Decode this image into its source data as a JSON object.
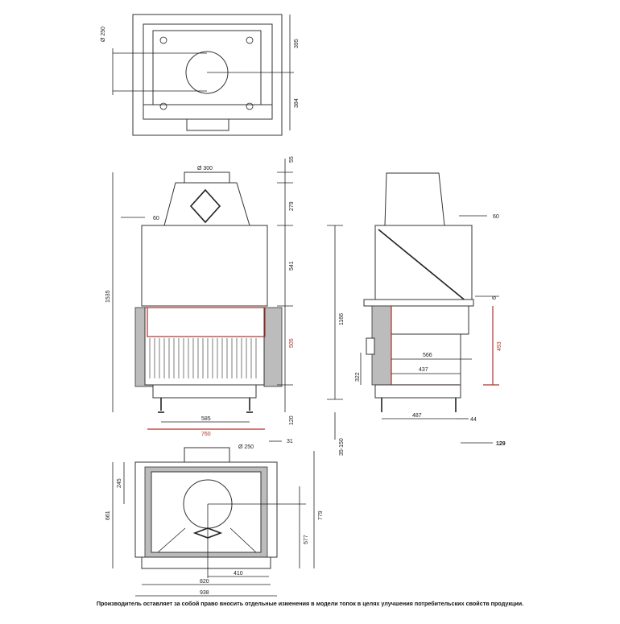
{
  "top_view": {
    "dia_label": "Ø 250",
    "dims": [
      "395",
      "384"
    ]
  },
  "front_view": {
    "flue_label": "Ø 300",
    "right_dims": [
      "55",
      "279",
      "541",
      "505",
      "120"
    ],
    "left_dims": [
      "1535",
      "60"
    ],
    "bottom_dims": [
      "585",
      "760"
    ]
  },
  "side_view": {
    "right_dims": [
      "60",
      "6",
      "493"
    ],
    "left_dims": [
      "1166",
      "322",
      "35-150"
    ],
    "inner_dims": [
      "566",
      "437",
      "487",
      "44",
      "129"
    ]
  },
  "plan_view": {
    "dia_label": "Ø 250",
    "top_dim": "31",
    "left_dims": [
      "245",
      "661"
    ],
    "right_dims": [
      "779",
      "577"
    ],
    "bottom_dims": [
      "410",
      "820",
      "938"
    ]
  },
  "disclaimer": "Производитель оставляет за собой право вносить отдельные изменения в модели топок в целях улучшения потребительских свойств продукции."
}
